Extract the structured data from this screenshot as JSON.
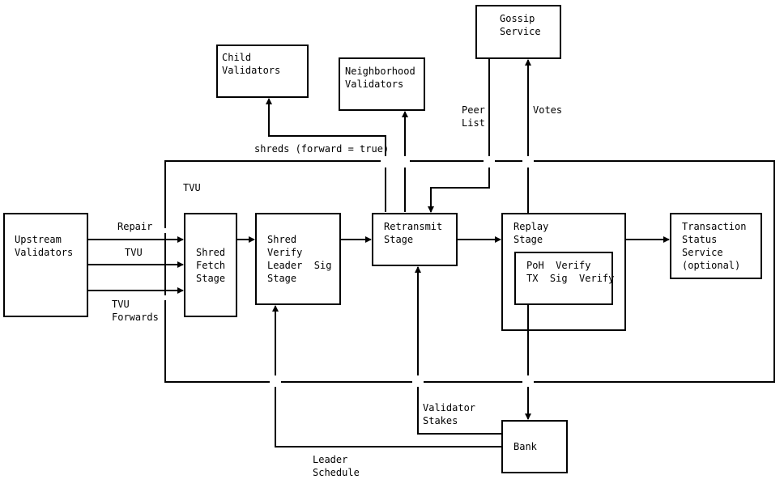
{
  "colors": {
    "stroke": "#000000",
    "background": "#ffffff"
  },
  "tvu": {
    "label": "TVU"
  },
  "nodes": {
    "upstream_validators": [
      "Upstream",
      "Validators"
    ],
    "child_validators": [
      "Child",
      "Validators"
    ],
    "neighborhood_validators": [
      "Neighborhood",
      "Validators"
    ],
    "gossip_service": [
      "Gossip",
      "Service"
    ],
    "shred_fetch_stage": [
      "Shred",
      "Fetch",
      "Stage"
    ],
    "shred_verify_stage": [
      "Shred",
      "Verify",
      "Leader  Sig",
      "Stage"
    ],
    "retransmit_stage": [
      "Retransmit",
      "Stage"
    ],
    "replay_stage": [
      "Replay",
      "Stage"
    ],
    "poh_verify": [
      "PoH  Verify",
      "TX  Sig  Verify"
    ],
    "transaction_status_service": [
      "Transaction",
      "Status",
      "Service",
      "(optional)"
    ],
    "bank": [
      "Bank"
    ]
  },
  "edge_labels": {
    "repair": [
      "Repair"
    ],
    "tvu": [
      "TVU"
    ],
    "tvu_forwards": [
      "TVU",
      "Forwards"
    ],
    "shreds_forward": [
      "shreds (forward = true)"
    ],
    "peer_list": [
      "Peer",
      "List"
    ],
    "votes": [
      "Votes"
    ],
    "validator_stakes": [
      "Validator",
      "Stakes"
    ],
    "leader_schedule": [
      "Leader",
      "Schedule"
    ]
  }
}
